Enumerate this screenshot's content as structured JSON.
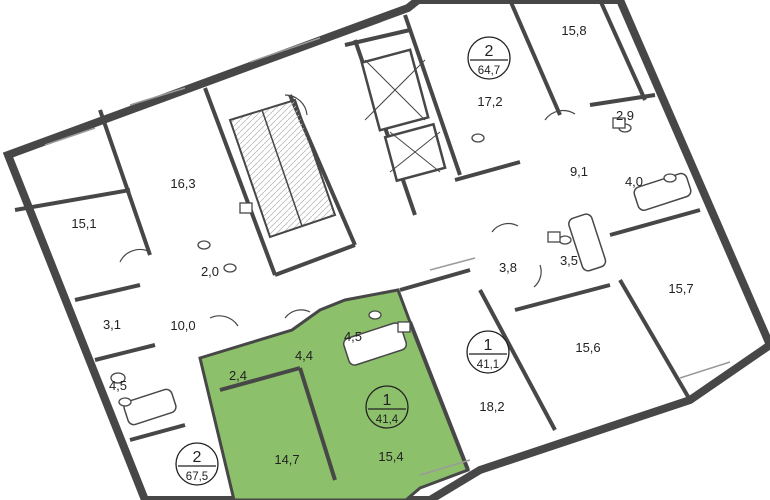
{
  "colors": {
    "wall": "#474747",
    "wall_light": "#9a9a9a",
    "selected_fill": "#8dc06b",
    "selected_fill_dark": "#7fb35c",
    "floor": "#ffffff"
  },
  "icons": [
    "elevator-icon",
    "stairs-icon",
    "bathtub-icon",
    "toilet-icon",
    "sink-icon"
  ],
  "rooms": [
    {
      "name": "room-15-8",
      "label": "15,8"
    },
    {
      "name": "room-17-2",
      "label": "17,2"
    },
    {
      "name": "room-2-9",
      "label": "2,9"
    },
    {
      "name": "room-9-1",
      "label": "9,1"
    },
    {
      "name": "room-4-0",
      "label": "4,0"
    },
    {
      "name": "room-16-3",
      "label": "16,3"
    },
    {
      "name": "room-15-1",
      "label": "15,1"
    },
    {
      "name": "room-2-0",
      "label": "2,0"
    },
    {
      "name": "room-3-8",
      "label": "3,8"
    },
    {
      "name": "room-3-5",
      "label": "3,5"
    },
    {
      "name": "room-15-7",
      "label": "15,7"
    },
    {
      "name": "room-3-1",
      "label": "3,1"
    },
    {
      "name": "room-10-0",
      "label": "10,0"
    },
    {
      "name": "room-4-5-left",
      "label": "4,5"
    },
    {
      "name": "room-2-4",
      "label": "2,4"
    },
    {
      "name": "room-4-4",
      "label": "4,4"
    },
    {
      "name": "room-4-5-selected",
      "label": "4,5"
    },
    {
      "name": "room-14-7",
      "label": "14,7"
    },
    {
      "name": "room-15-4",
      "label": "15,4"
    },
    {
      "name": "room-15-6",
      "label": "15,6"
    },
    {
      "name": "room-18-2",
      "label": "18,2"
    }
  ],
  "apartments": [
    {
      "name": "apartment-badge-top",
      "rooms": "2",
      "area": "64,7"
    },
    {
      "name": "apartment-badge-right",
      "rooms": "1",
      "area": "41,1"
    },
    {
      "name": "apartment-badge-selected",
      "rooms": "1",
      "area": "41,4"
    },
    {
      "name": "apartment-badge-bottom-left",
      "rooms": "2",
      "area": "67,5"
    }
  ],
  "selected_apartment": "apartment-badge-selected"
}
